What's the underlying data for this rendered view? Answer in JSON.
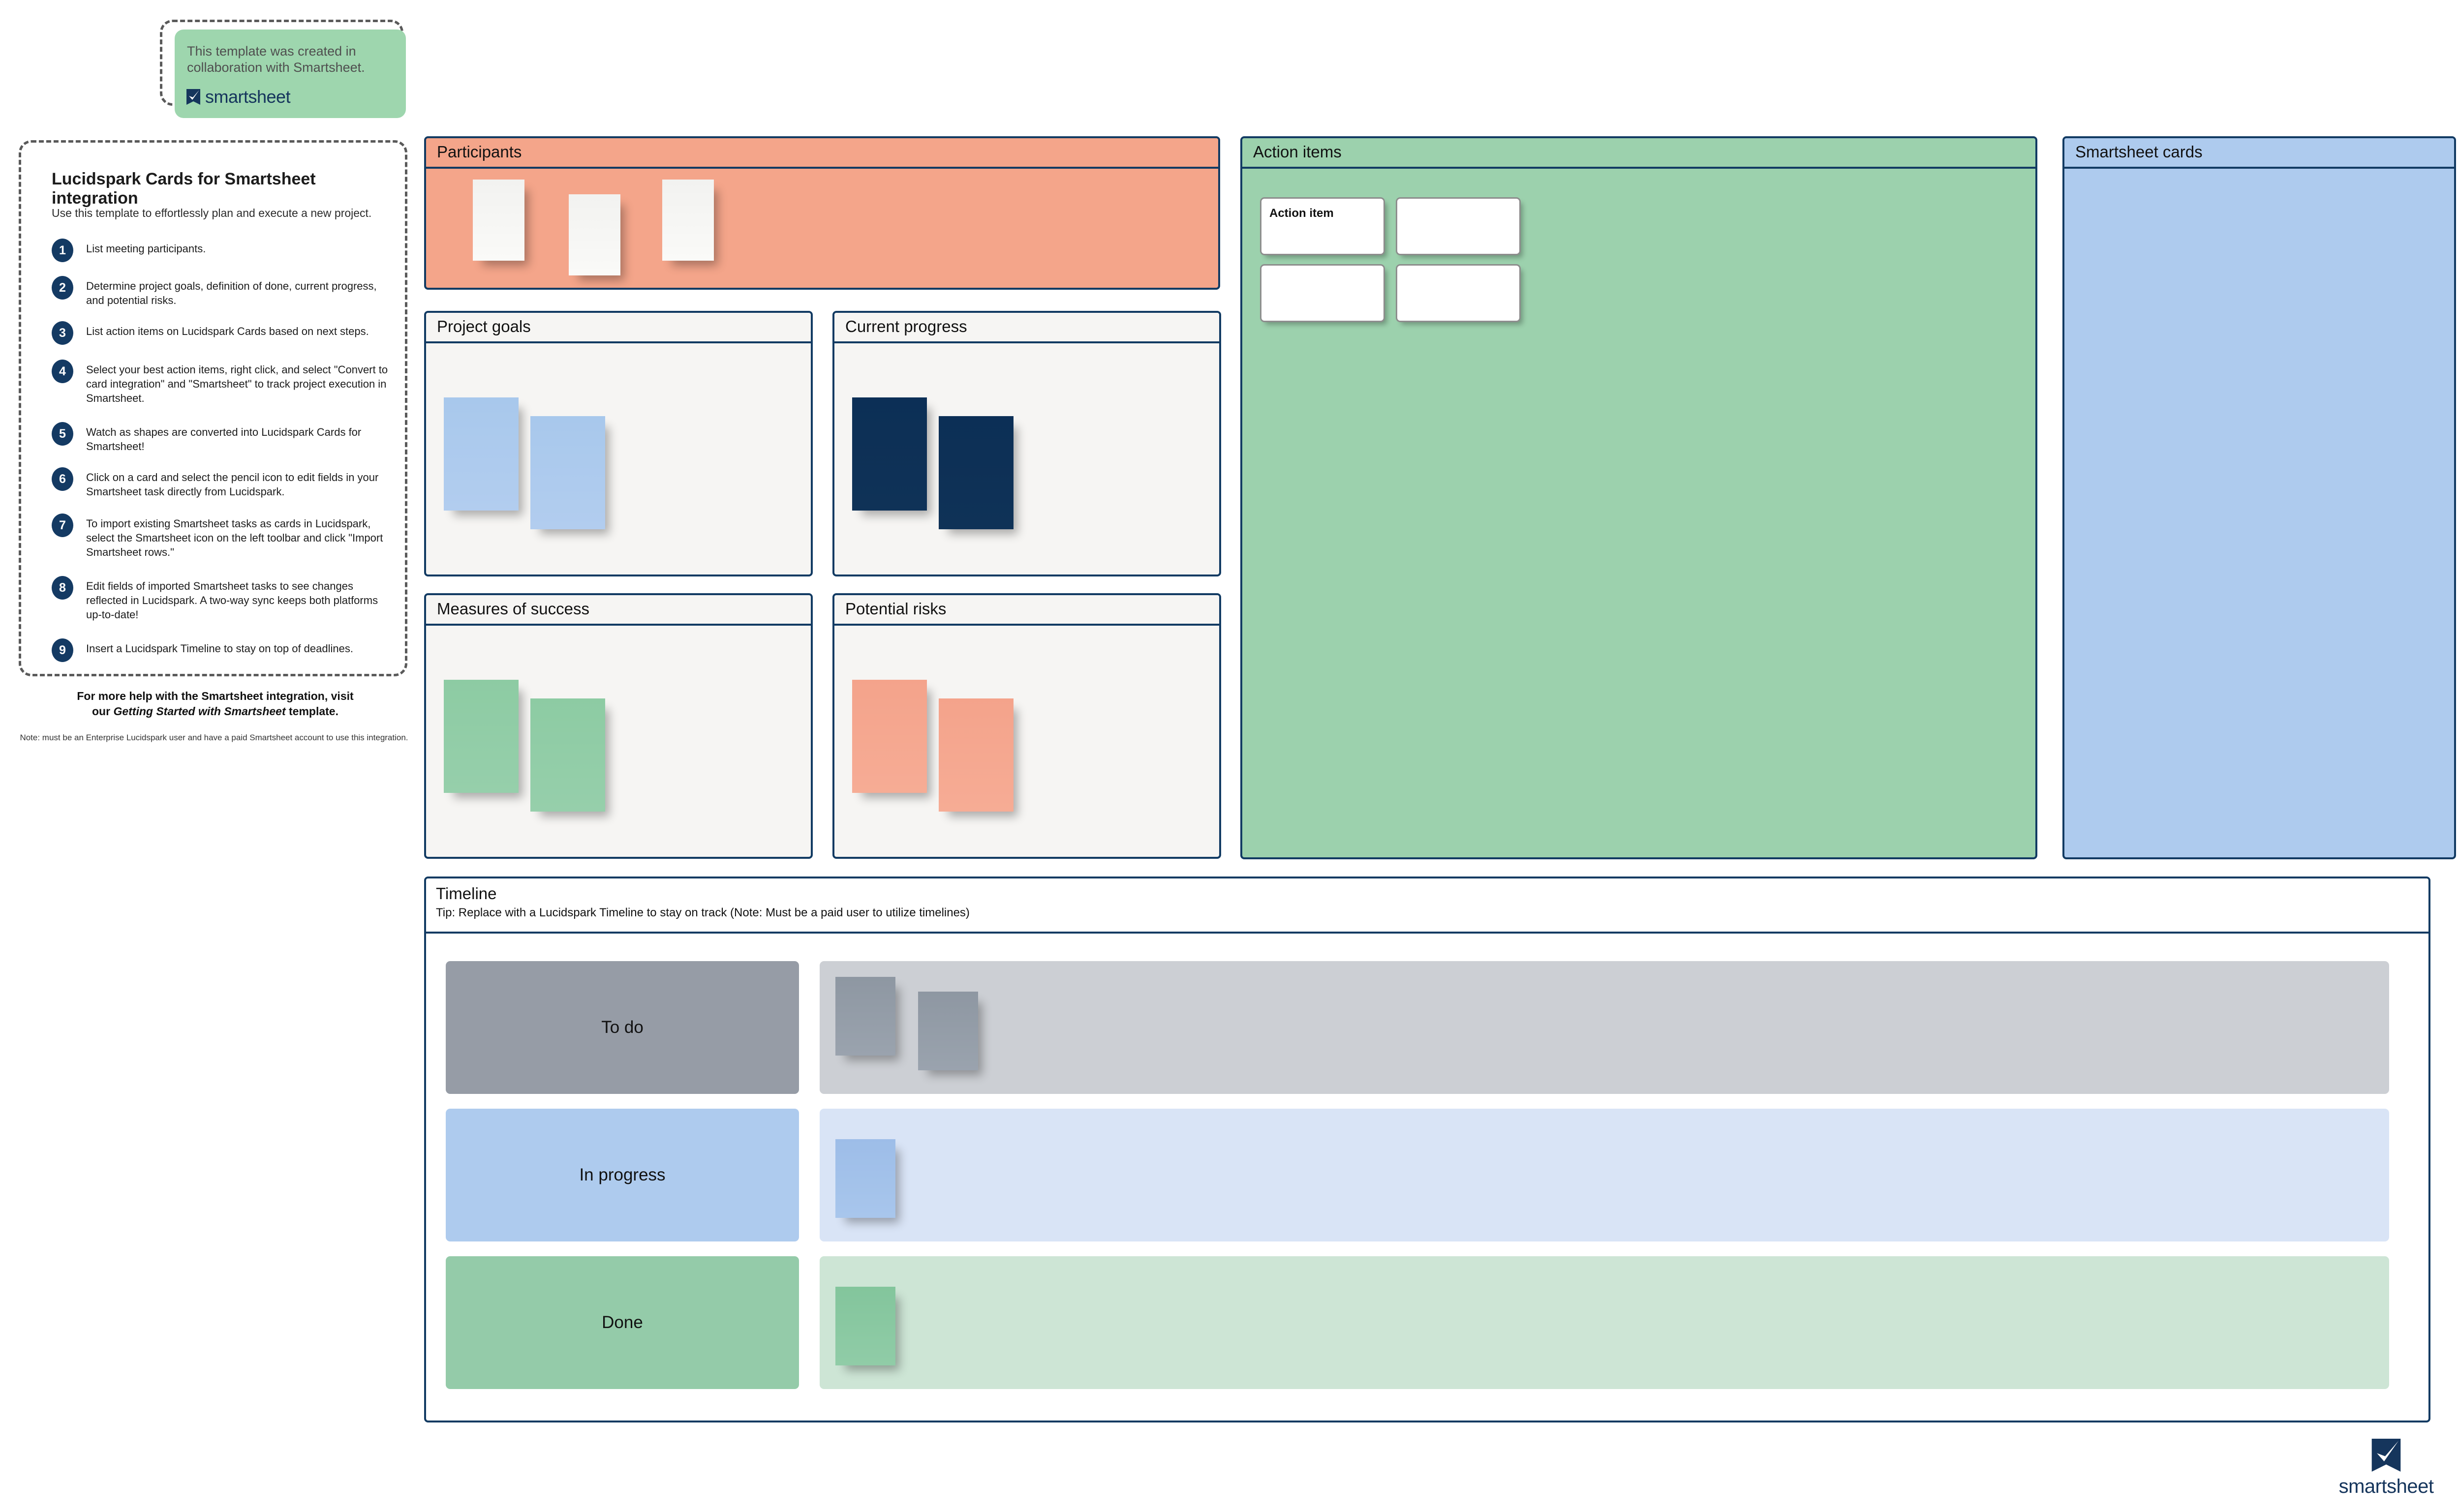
{
  "collab": {
    "text": "This template was created in collaboration with Smartsheet.",
    "brand": "smartsheet"
  },
  "instructions": {
    "title": "Lucidspark Cards for Smartsheet integration",
    "subtitle": "Use this template to effortlessly plan and execute a new project.",
    "steps": [
      {
        "num": "1",
        "text": "List meeting participants."
      },
      {
        "num": "2",
        "text": "Determine project goals, definition of done, current progress, and potential risks."
      },
      {
        "num": "3",
        "text": "List action items on Lucidspark Cards based on next steps."
      },
      {
        "num": "4",
        "text": "Select your best action items, right click, and select \"Convert to card integration\" and \"Smartsheet\" to track project execution in Smartsheet."
      },
      {
        "num": "5",
        "text": "Watch as shapes are converted into Lucidspark Cards for Smartsheet!"
      },
      {
        "num": "6",
        "text": "Click on a card and select the pencil icon to edit fields in your Smartsheet task directly from Lucidspark."
      },
      {
        "num": "7",
        "text": "To import existing Smartsheet tasks as cards in Lucidspark, select the Smartsheet icon on the left toolbar and click \"Import Smartsheet rows.\""
      },
      {
        "num": "8",
        "text": "Edit fields of imported Smartsheet tasks to see changes reflected in Lucidspark. A two-way sync keeps both platforms up-to-date!"
      },
      {
        "num": "9",
        "text": "Insert a Lucidspark Timeline to stay on top of deadlines."
      }
    ],
    "help_line_1": "For more help with the Smartsheet integration, visit",
    "help_line_2_prefix": "our ",
    "help_line_2_em": "Getting Started with Smartsheet",
    "help_line_2_suffix": " template.",
    "note": "Note: must be an Enterprise Lucidspark user and have a paid Smartsheet account to use this integration."
  },
  "panels": {
    "participants": {
      "title": "Participants",
      "color": "#F4A58A",
      "note_count": 3
    },
    "action_items": {
      "title": "Action items",
      "color": "#9CD1AD",
      "cell_label": "Action item",
      "cell_count": 4
    },
    "smartsheet_cards": {
      "title": "Smartsheet cards",
      "color": "#AECBEE"
    },
    "project_goals": {
      "title": "Project goals",
      "note_color": "#A8C8EC",
      "note_count": 2
    },
    "current_progress": {
      "title": "Current progress",
      "note_color": "#0C2F56",
      "note_count": 2
    },
    "measures_of_success": {
      "title": "Measures of success",
      "note_color": "#8DCBA3",
      "note_count": 2
    },
    "potential_risks": {
      "title": "Potential risks",
      "note_color": "#F4A38B",
      "note_count": 2
    }
  },
  "timeline": {
    "title": "Timeline",
    "tip": "Tip: Replace with a Lucidspark Timeline to stay on track (Note: Must be a paid user to utilize timelines)",
    "rows": [
      {
        "label": "To do",
        "label_color": "#969CA6",
        "lane_color": "#CCCFD4",
        "note_count": 2
      },
      {
        "label": "In progress",
        "label_color": "#AECBEE",
        "lane_color": "#D9E4F6",
        "note_count": 1
      },
      {
        "label": "Done",
        "label_color": "#94CBA9",
        "lane_color": "#CDE5D5",
        "note_count": 1
      }
    ]
  },
  "brand": {
    "word": "smartsheet",
    "color": "#15355C"
  },
  "theme": {
    "panel_border": "#123B63",
    "panel_fill": "#F6F5F3",
    "badge": "#143A63"
  }
}
